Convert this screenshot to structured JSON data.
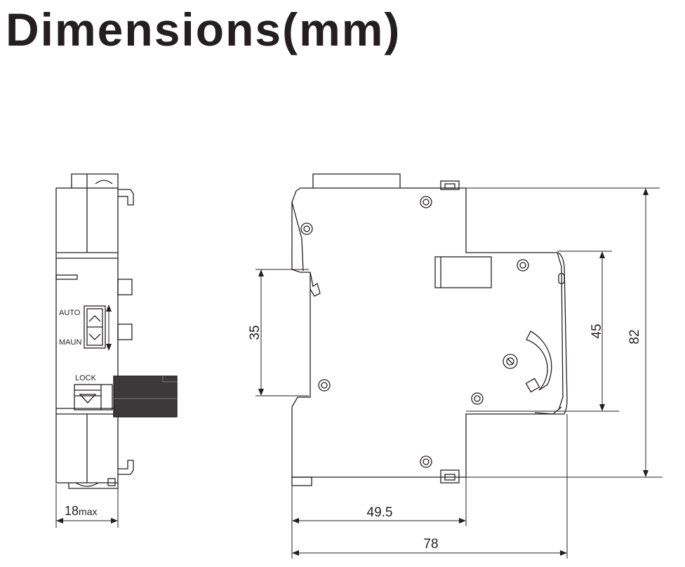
{
  "title": "Dimensions(mm)",
  "side_view": {
    "label_auto": "AUTO",
    "label_manual": "MAUN",
    "label_lock": "LOCK",
    "width_value": "18",
    "width_suffix": "max"
  },
  "front_view": {
    "dim_35": "35",
    "dim_45": "45",
    "dim_82": "82",
    "dim_49_5": "49.5",
    "dim_78": "78"
  }
}
